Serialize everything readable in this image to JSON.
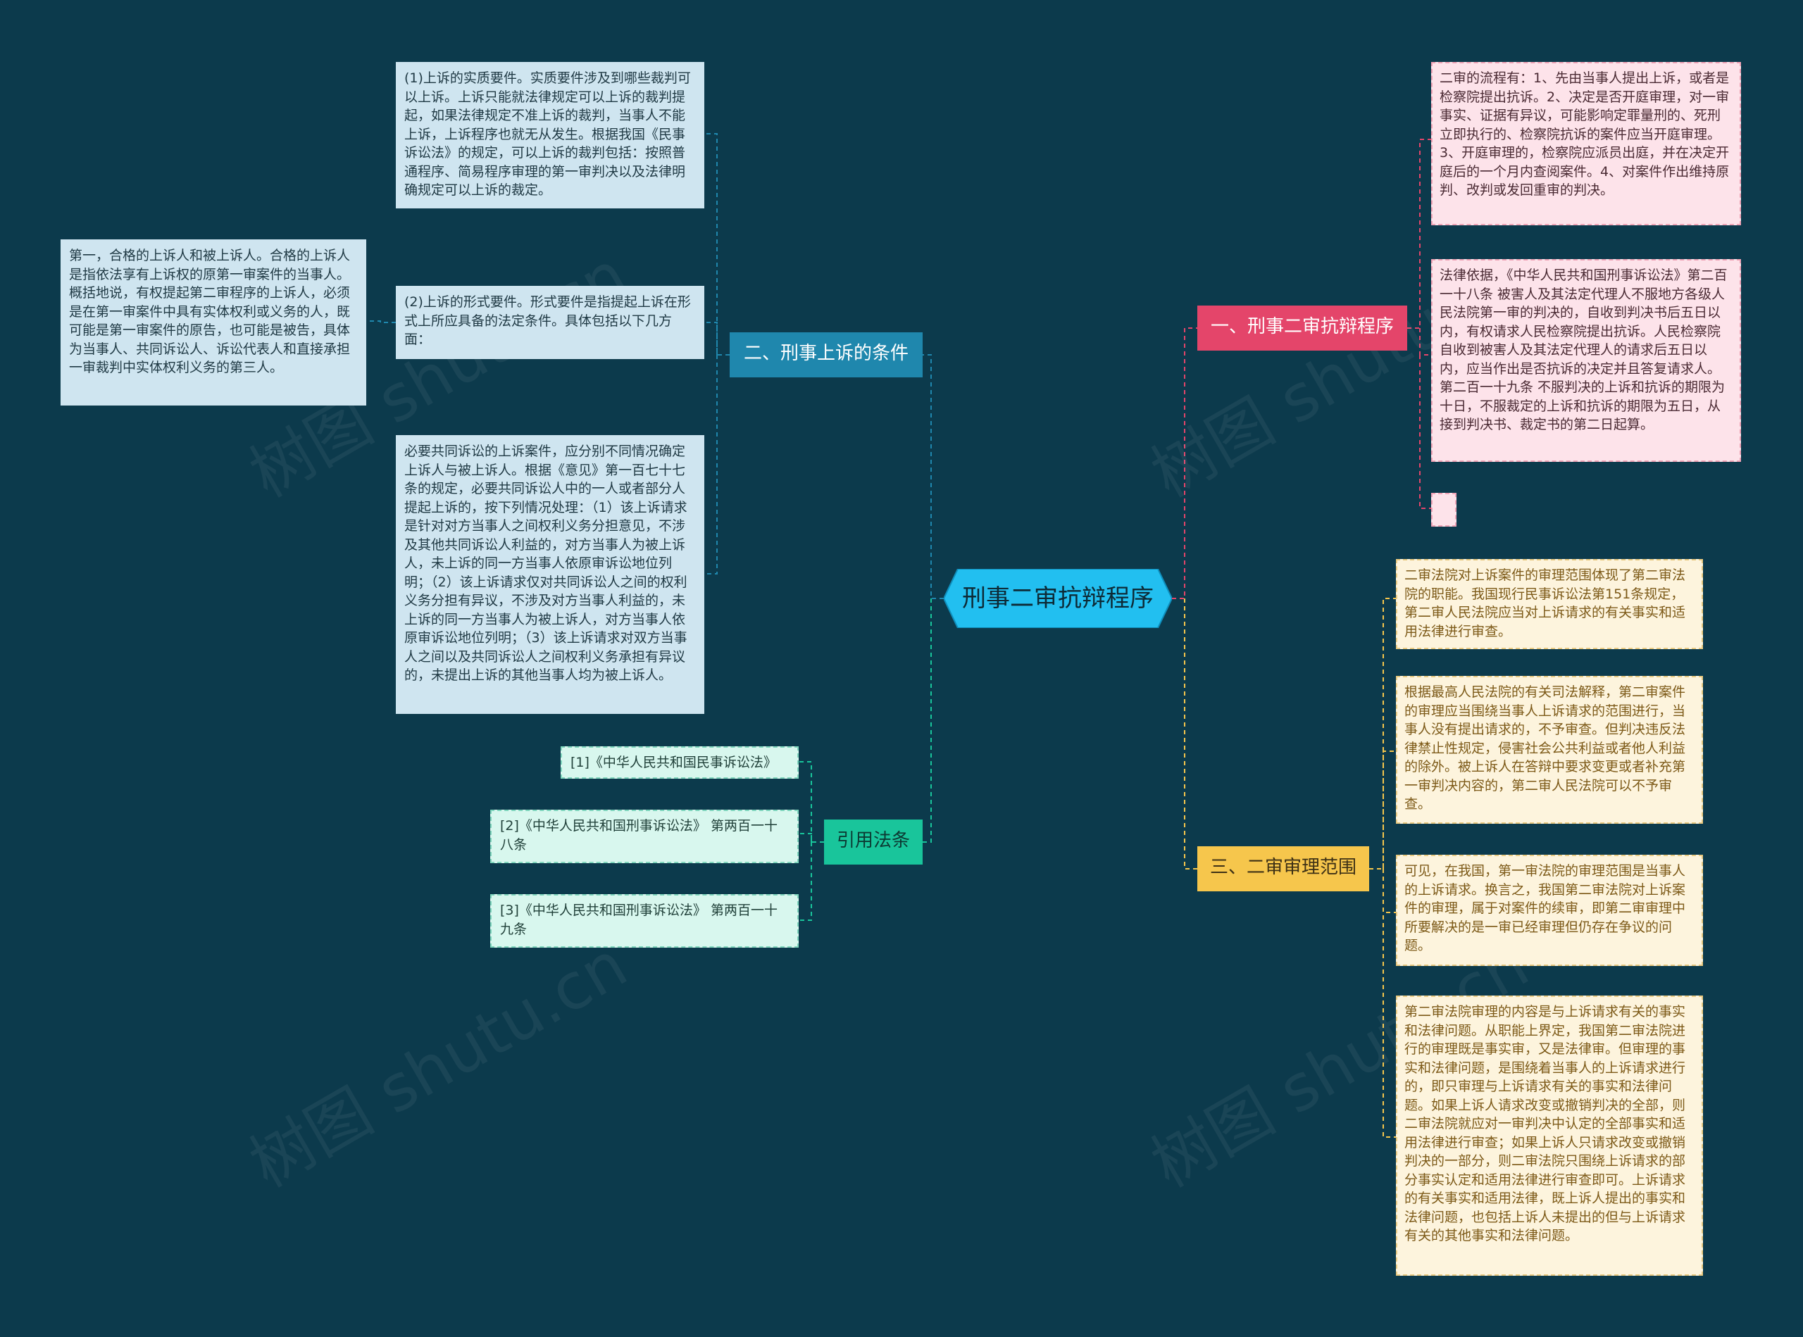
{
  "root": {
    "title": "刑事二审抗辩程序"
  },
  "branches": {
    "b1": {
      "label": "一、刑事二审抗辩程序",
      "color": "#e4456a"
    },
    "b2": {
      "label": "二、刑事上诉的条件",
      "color": "#1f87ad"
    },
    "b3": {
      "label": "三、二审审理范围",
      "color": "#f6c64c"
    },
    "b4": {
      "label": "引用法条",
      "color": "#19c59b"
    }
  },
  "b1_leaves": [
    "二审的流程有：1、先由当事人提出上诉，或者是检察院提出抗诉。2、决定是否开庭审理，对一审事实、证据有异议，可能影响定罪量刑的、死刑立即执行的、检察院抗诉的案件应当开庭审理。3、开庭审理的，检察院应派员出庭，并在决定开庭后的一个月内查阅案件。4、对案件作出维持原判、改判或发回重审的判决。",
    "法律依据，《中华人民共和国刑事诉讼法》第二百一十八条 被害人及其法定代理人不服地方各级人民法院第一审的判决的，自收到判决书后五日以内，有权请求人民检察院提出抗诉。人民检察院自收到被害人及其法定代理人的请求后五日以内，应当作出是否抗诉的决定并且答复请求人。 第二百一十九条 不服判决的上诉和抗诉的期限为十日，不服裁定的上诉和抗诉的期限为五日，从接到判决书、裁定书的第二日起算。",
    ""
  ],
  "b2_leaves": [
    "(1)上诉的实质要件。实质要件涉及到哪些裁判可以上诉。上诉只能就法律规定可以上诉的裁判提起，如果法律规定不准上诉的裁判，当事人不能上诉，上诉程序也就无从发生。根据我国《民事诉讼法》的规定，可以上诉的裁判包括：按照普通程序、简易程序审理的第一审判决以及法律明确规定可以上诉的裁定。",
    "(2)上诉的形式要件。形式要件是指提起上诉在形式上所应具备的法定条件。具体包括以下几方面：",
    "必要共同诉讼的上诉案件，应分别不同情况确定上诉人与被上诉人。根据《意见》第一百七十七条的规定，必要共同诉讼人中的一人或者部分人提起上诉的，按下列情况处理：（1）该上诉请求是针对对方当事人之间权利义务分担意见，不涉及其他共同诉讼人利益的，对方当事人为被上诉人，未上诉的同一方当事人依原审诉讼地位列明；（2）该上诉请求仅对共同诉讼人之间的权利义务分担有异议，不涉及对方当事人利益的，未上诉的同一方当事人为被上诉人，对方当事人依原审诉讼地位列明；（3）该上诉请求对双方当事人之间以及共同诉讼人之间权利义务承担有异议的，未提出上诉的其他当事人均为被上诉人。"
  ],
  "b2_sub_leaf": "第一，合格的上诉人和被上诉人。合格的上诉人是指依法享有上诉权的原第一审案件的当事人。概括地说，有权提起第二审程序的上诉人，必须是在第一审案件中具有实体权利或义务的人，既可能是第一审案件的原告，也可能是被告，具体为当事人、共同诉讼人、诉讼代表人和直接承担一审裁判中实体权利义务的第三人。",
  "b3_leaves": [
    "二审法院对上诉案件的审理范围体现了第二审法院的职能。我国现行民事诉讼法第151条规定，第二审人民法院应当对上诉请求的有关事实和适用法律进行审查。",
    "根据最高人民法院的有关司法解释，第二审案件的审理应当围绕当事人上诉请求的范围进行，当事人没有提出请求的，不予审查。但判决违反法律禁止性规定，侵害社会公共利益或者他人利益的除外。被上诉人在答辩中要求变更或者补充第一审判决内容的，第二审人民法院可以不予审查。",
    "可见，在我国，第一审法院的审理范围是当事人的上诉请求。换言之，我国第二审法院对上诉案件的审理，属于对案件的续审，即第二审审理中所要解决的是一审已经审理但仍存在争议的问题。",
    "第二审法院审理的内容是与上诉请求有关的事实和法律问题。从职能上界定，我国第二审法院进行的审理既是事实审，又是法律审。但审理的事实和法律问题，是围绕着当事人的上诉请求进行的，即只审理与上诉请求有关的事实和法律问题。如果上诉人请求改变或撤销判决的全部，则二审法院就应对一审判决中认定的全部事实和适用法律进行审查；如果上诉人只请求改变或撤销判决的一部分，则二审法院只围绕上诉请求的部分事实认定和适用法律进行审查即可。上诉请求的有关事实和适用法律，既上诉人提出的事实和法律问题，也包括上诉人未提出的但与上诉请求有关的其他事实和法律问题。"
  ],
  "b4_leaves": [
    "[1]《中华人民共和国民事诉讼法》",
    "[2]《中华人民共和国刑事诉讼法》 第两百一十八条",
    "[3]《中华人民共和国刑事诉讼法》 第两百一十九条"
  ]
}
